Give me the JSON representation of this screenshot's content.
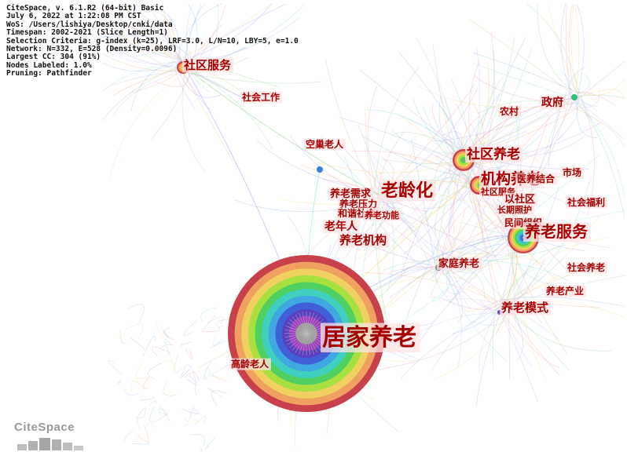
{
  "info_lines": [
    "CiteSpace, v. 6.1.R2 (64-bit) Basic",
    "July 6, 2022 at 1:22:08 PM CST",
    "WoS: /Users/lishiya/Desktop/cnki/data",
    "Timespan: 2002-2021 (Slice Length=1)",
    "Selection Criteria: g-index (k=25), LRF=3.0, L/N=10, LBY=5, e=1.0",
    "Network: N=332, E=528 (Density=0.0096)",
    "Largest CC: 304 (91%)",
    "Nodes Labeled: 1.0%",
    "Pruning: Pathfinder"
  ],
  "logo_text": "CiteSpace",
  "keywords": {
    "jujia_yanglao": "居家养老",
    "shequ_fuwu": "社区服务",
    "shehui_gongzuo": "社会工作",
    "kongchao_laoren": "空巢老人",
    "laolinghua": "老龄化",
    "yanglao_xuqiu": "养老需求",
    "yanglao_yali": "养老压力",
    "hexie_shehui": "和谐社会",
    "yanglao_gongneng": "养老功能",
    "laonian_ren": "老年人",
    "yanglao_jigou": "养老机构",
    "shequ_yanglao": "社区养老",
    "nongcun": "农村",
    "zhengfu": "政府",
    "jigou_yanglao": "机构养老",
    "yi_yang_jiehe": "医养结合",
    "shichang": "市场",
    "shequ_fuwu2": "社区服务",
    "yi_shequ": "以社区",
    "shehui_fuli": "社会福利",
    "zhangqi_zhaohu": "长期照护",
    "minjian_zuzhi": "民间组织",
    "yanglao_fuwu": "养老服务",
    "jiating_yanglao": "家庭养老",
    "shehui_yanglao": "社会养老",
    "yanglao_chanye": "养老产业",
    "yanglao_moshi": "养老模式",
    "gaoling_laoren": "高龄老人"
  },
  "colors": {
    "label_red": "#a50000",
    "label_bg": "#ffe4e4",
    "ring_sequence": [
      "#c8404a",
      "#f0a060",
      "#f0d060",
      "#a8e040",
      "#50d060",
      "#40d0c0",
      "#40a8e0",
      "#4060d8",
      "#5a3fc0",
      "#a040c0",
      "#9a9a9a"
    ],
    "node_green": "#2fbf7a",
    "node_blue": "#3a7fd0",
    "node_gray": "#8a8a8a"
  }
}
